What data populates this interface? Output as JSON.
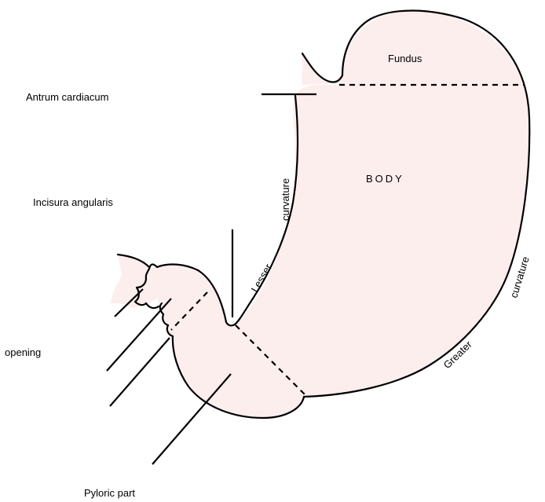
{
  "colors": {
    "fill": "#fdeeee",
    "stroke": "#000000",
    "text": "#000000"
  },
  "labels": {
    "fundus": "Fundus",
    "body": "BODY",
    "antrum_cardiacum": "Antrum cardiacum",
    "incisura_angularis": "Incisura angularis",
    "opening": "opening",
    "pyloric_part": "Pyloric part",
    "lesser": "Lesser",
    "lesser_curvature": "curvature",
    "greater": "Greater",
    "greater_curvature": "curvature"
  }
}
